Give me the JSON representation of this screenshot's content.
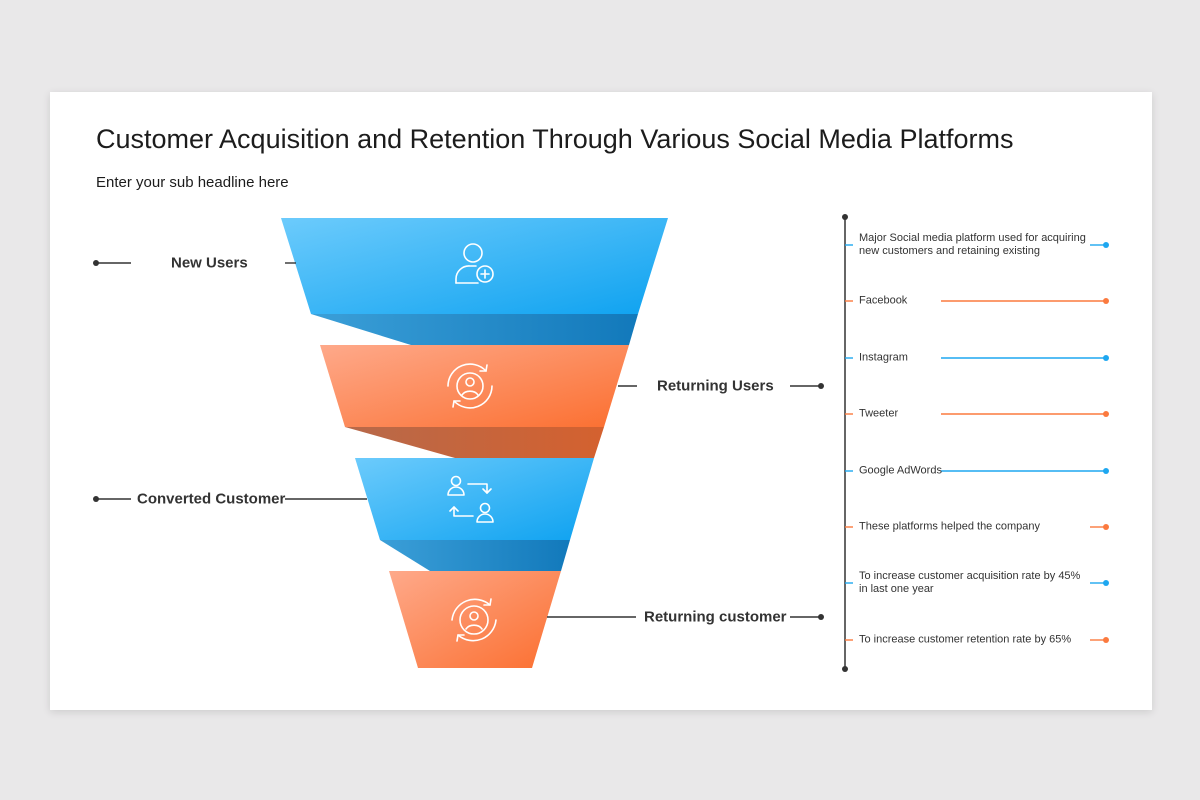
{
  "header": {
    "title": "Customer Acquisition and Retention Through Various Social Media Platforms",
    "subtitle": "Enter your sub headline here"
  },
  "funnel": {
    "stages": [
      {
        "label": "New Users",
        "icon": "user-add-icon",
        "color": "blue"
      },
      {
        "label": "Returning Users",
        "icon": "user-refresh-icon",
        "color": "orange"
      },
      {
        "label": "Converted Customer",
        "icon": "user-exchange-icon",
        "color": "blue"
      },
      {
        "label": "Returning customer",
        "icon": "user-refresh-icon",
        "color": "orange"
      }
    ]
  },
  "info_list": {
    "items": [
      {
        "text": "Major Social media platform used for acquiring new customers and retaining existing",
        "color": "blue"
      },
      {
        "text": "Facebook",
        "color": "orange"
      },
      {
        "text": "Instagram",
        "color": "blue"
      },
      {
        "text": "Tweeter",
        "color": "orange"
      },
      {
        "text": "Google AdWords",
        "color": "blue"
      },
      {
        "text": "These platforms helped the company",
        "color": "orange"
      },
      {
        "text": "To increase customer acquisition rate by 45% in last one year",
        "color": "blue"
      },
      {
        "text": "To increase customer retention rate by 65%",
        "color": "orange"
      }
    ]
  },
  "colors": {
    "blue": "#1ea7f0",
    "blue_light": "#5cc4fb",
    "blue_dark": "#1585c8",
    "orange": "#fb7a3f",
    "orange_light": "#fea07a",
    "orange_dark": "#c95a2d",
    "line": "#333333"
  }
}
